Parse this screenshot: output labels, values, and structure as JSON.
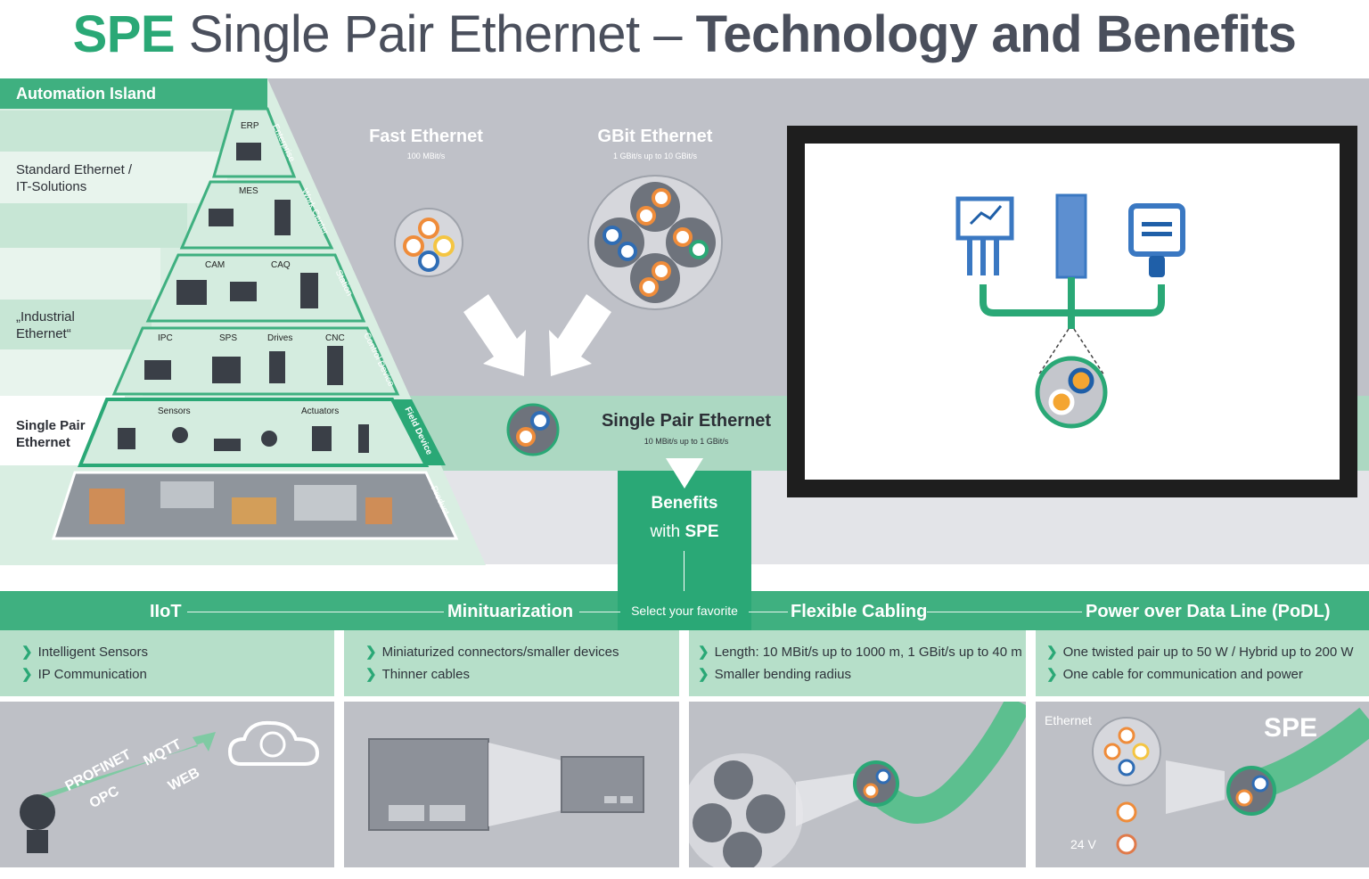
{
  "title": {
    "brand": "SPE",
    "main": "Single Pair Ethernet – ",
    "bold": "Technology and Benefits"
  },
  "pyramid": {
    "header": "Automation Island",
    "side_labels": {
      "standard": [
        "Standard Ethernet /",
        "IT-Solutions"
      ],
      "industrial": [
        "„Industrial",
        "Ethernet“"
      ],
      "spe": [
        "Single Pair",
        "Ethernet"
      ]
    },
    "levels": [
      {
        "name": "Enterprise",
        "items": [
          "ERP"
        ]
      },
      {
        "name": "Work Center",
        "items": [
          "MES"
        ]
      },
      {
        "name": "Station",
        "items": [
          "CAM",
          "CAQ"
        ]
      },
      {
        "name": "Control Device",
        "items": [
          "IPC",
          "SPS",
          "Drives",
          "CNC"
        ]
      },
      {
        "name": "Field Device",
        "items": [
          "Sensors",
          "Actuators"
        ]
      },
      {
        "name": "Product",
        "items": []
      }
    ]
  },
  "cables": {
    "fast": {
      "title": "Fast Ethernet",
      "sub": "100 MBit/s"
    },
    "gbit": {
      "title": "GBit Ethernet",
      "sub": "1 GBit/s up to 10 GBit/s"
    },
    "spe": {
      "title": "Single Pair Ethernet",
      "sub": "10 MBit/s up to 1 GBit/s"
    }
  },
  "benefits_box": {
    "line1": "Benefits",
    "line2_pre": "with ",
    "line2_bold": "SPE",
    "select": "Select your favorite"
  },
  "benefits": [
    {
      "title": "IIoT",
      "bullets": [
        "Intelligent Sensors",
        "IP Communication"
      ],
      "labels": [
        "PROFINET",
        "OPC",
        "MQTT",
        "WEB"
      ]
    },
    {
      "title": "Minituarization",
      "bullets": [
        "Miniaturized connectors/smaller devices",
        "Thinner cables"
      ]
    },
    {
      "title": "Flexible Cabling",
      "bullets": [
        "Length: 10 MBit/s up to 1000 m, 1 GBit/s up to 40 m",
        "Smaller bending radius"
      ]
    },
    {
      "title": "Power over Data Line (PoDL)",
      "bullets": [
        "One twisted pair up to 50 W / Hybrid up to 200 W",
        "One cable for communication and power"
      ],
      "labels": [
        "Ethernet",
        "SPE",
        "24 V"
      ]
    }
  ],
  "colors": {
    "green": "#2aa876",
    "light_green": "#acd8c2",
    "grey": "#bfc1c8",
    "dark": "#4a4f5c",
    "blue": "#2f6db5",
    "orange": "#ef8c3a",
    "yellow": "#f4c542"
  },
  "chevron": "❯"
}
